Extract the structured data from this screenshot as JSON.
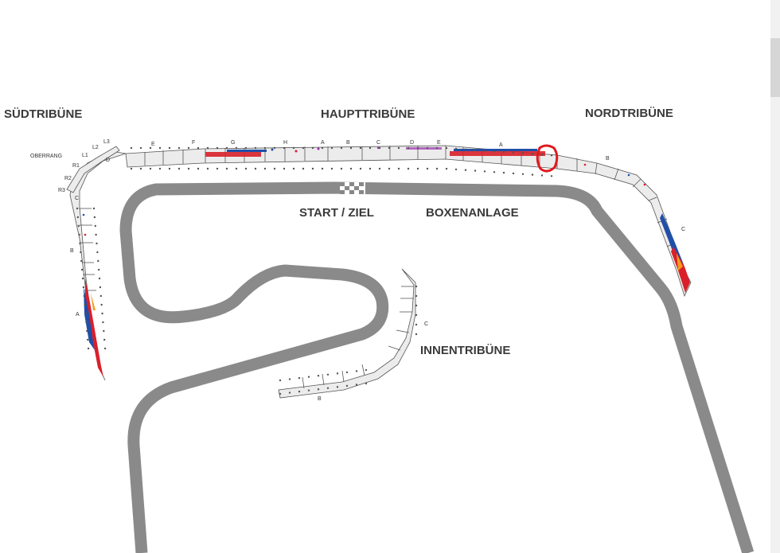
{
  "labels": {
    "suedtribuene": "SÜDTRIBÜNE",
    "haupttribuene": "HAUPTTRIBÜNE",
    "nordtribuene": "NORDTRIBÜNE",
    "start_ziel": "START / ZIEL",
    "boxenanlage": "BOXENANLAGE",
    "innentribuene": "INNENTRIBÜNE",
    "oberrang": "OBERRANG"
  },
  "sued_rows": [
    "L3",
    "L2",
    "L1",
    "R1",
    "R2",
    "R3"
  ],
  "sued_blocks": [
    "C",
    "D",
    "B",
    "A"
  ],
  "haupt_blocks": [
    "E",
    "F",
    "G",
    "H",
    "A",
    "B",
    "C",
    "D",
    "E"
  ],
  "nord_blocks": [
    "A",
    "B",
    "C"
  ],
  "innen_blocks": [
    "C",
    "B"
  ],
  "colors": {
    "track": "#8a8a8a",
    "block_fill": "#ececec",
    "seat_red": "#d9202a",
    "seat_blue": "#1f4fa8",
    "seat_orange": "#f39a1e",
    "seat_purple": "#9b2fae",
    "highlight": "#e0191e"
  }
}
